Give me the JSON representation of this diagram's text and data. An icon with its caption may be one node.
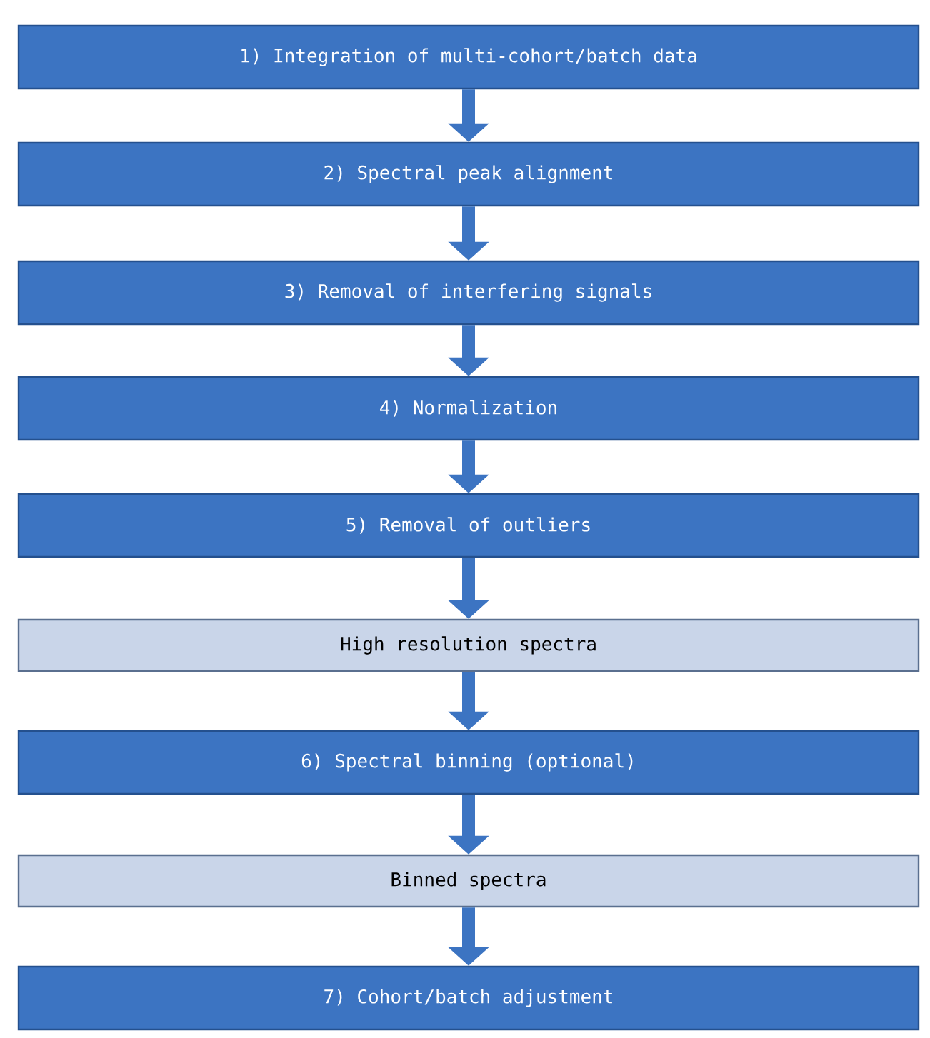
{
  "diagram": {
    "nodes": [
      {
        "text": [
          "1) Integration of multi-cohort/batch data"
        ]
      },
      {
        "text": [
          "2) Spectral peak alignment"
        ]
      },
      {
        "text": [
          "3) Removal of interfering signals"
        ]
      },
      {
        "text": [
          "4) Normalization"
        ]
      },
      {
        "text": [
          "5) Removal of outliers"
        ]
      },
      {
        "text": [
          "High resolution spectra"
        ]
      },
      {
        "text": [
          "6) Spectral binning (optional)"
        ]
      },
      {
        "text": [
          "Binned spectra"
        ]
      },
      {
        "text": [
          "7) Cohort/batch adjustment"
        ]
      }
    ],
    "edges": [
      {
        "from": 0,
        "to": 1,
        "arrow": "to"
      },
      {
        "from": 1,
        "to": 2,
        "arrow": "to"
      },
      {
        "from": 2,
        "to": 3,
        "arrow": "to"
      },
      {
        "from": 3,
        "to": 4,
        "arrow": "to"
      },
      {
        "from": 4,
        "to": 5,
        "arrow": "to"
      },
      {
        "from": 5,
        "to": 6,
        "arrow": "to"
      },
      {
        "from": 6,
        "to": 7,
        "arrow": "to"
      },
      {
        "from": 7,
        "to": 8,
        "arrow": "to"
      }
    ]
  }
}
